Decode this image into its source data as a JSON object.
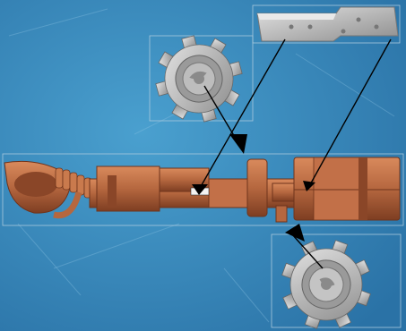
{
  "diagram": {
    "type": "exploded-assembly",
    "colors": {
      "background": "#2f7fb3",
      "background_light": "#4aa0cf",
      "main_part": "#b5673f",
      "main_part_dark": "#8a4628",
      "main_part_light": "#d98a5c",
      "sub_part": "#9a9a9a",
      "sub_part_light": "#cfcfcf",
      "callout_line": "#000000",
      "frame_line": "#a9c9dd"
    },
    "parts": [
      {
        "name": "main-body",
        "label": ""
      },
      {
        "name": "gear-top-left",
        "label": ""
      },
      {
        "name": "bracket-plate",
        "label": ""
      },
      {
        "name": "gear-bottom-right",
        "label": ""
      }
    ]
  }
}
